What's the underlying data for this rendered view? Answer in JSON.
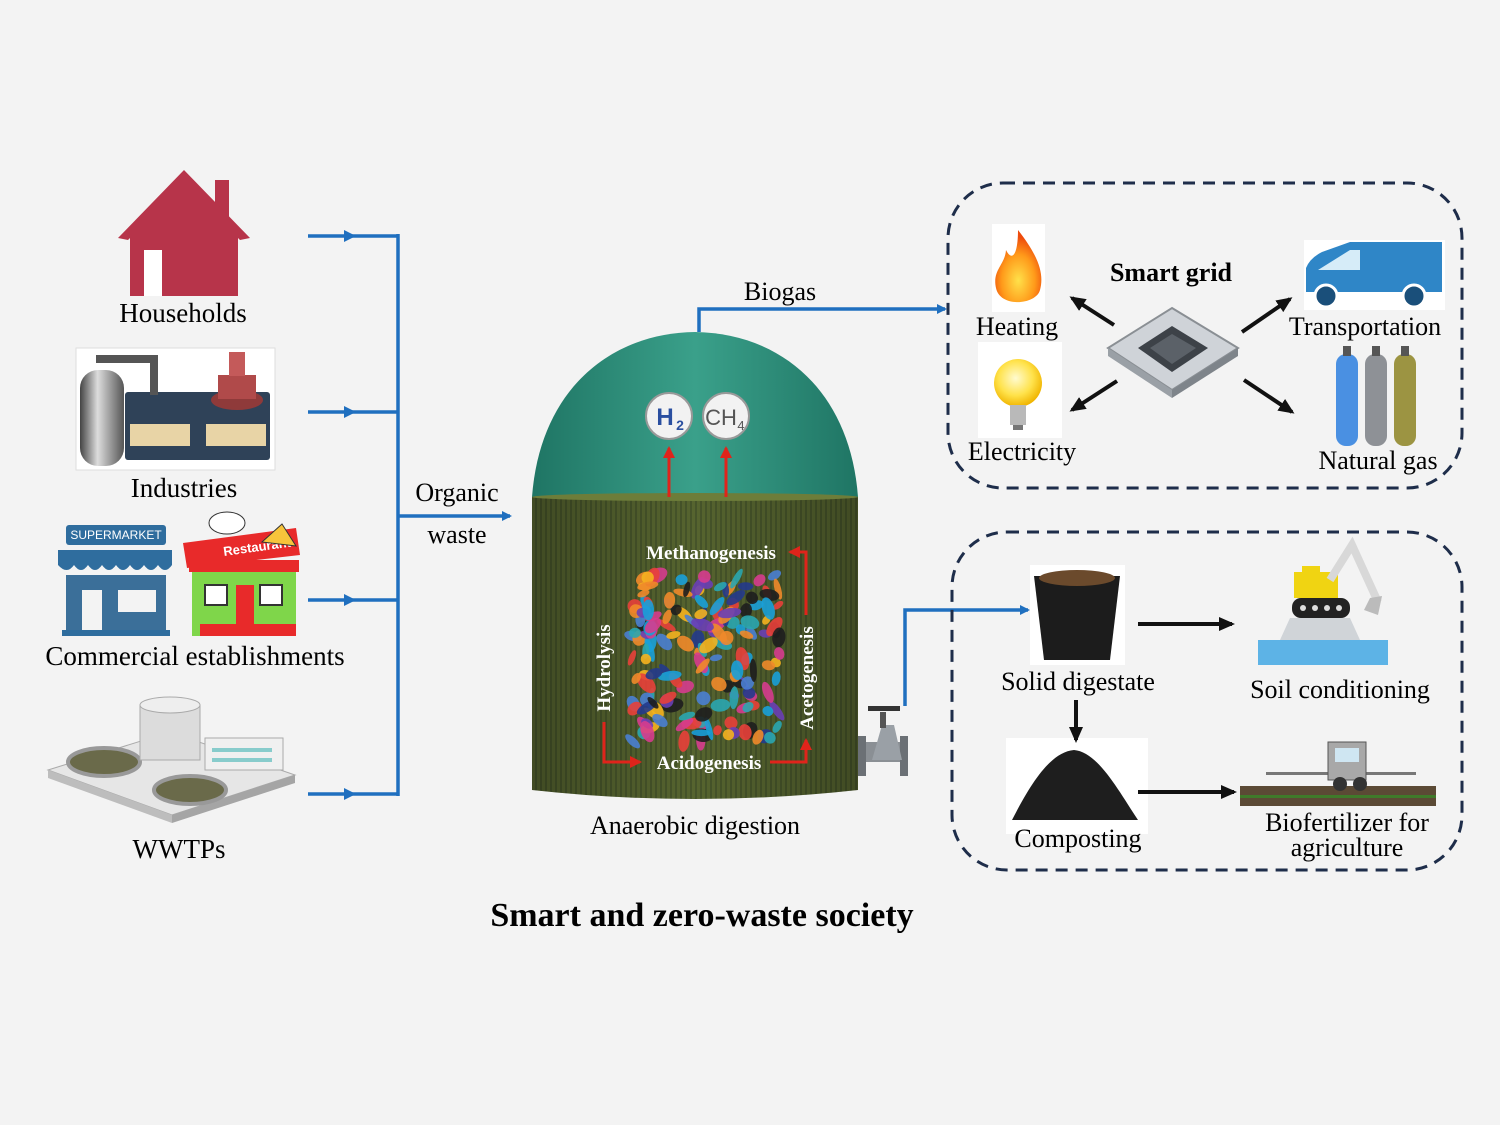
{
  "sources": {
    "households": "Households",
    "industries": "Industries",
    "commercial": "Commercial establishments",
    "wwtps": "WWTPs",
    "supermarket_sign": "SUPERMARKET",
    "restaurant_sign": "Restaurant"
  },
  "flow": {
    "organic_waste_line1": "Organic",
    "organic_waste_line2": "waste",
    "biogas": "Biogas"
  },
  "digester": {
    "label": "Anaerobic digestion",
    "h2": "H",
    "h2_sub": "2",
    "ch4": "CH",
    "ch4_sub": "4",
    "steps": {
      "methanogenesis": "Methanogenesis",
      "hydrolysis": "Hydrolysis",
      "acetogenesis": "Acetogenesis",
      "acidogenesis": "Acidogenesis"
    }
  },
  "smart_grid": {
    "title": "Smart grid",
    "heating": "Heating",
    "electricity": "Electricity",
    "transportation": "Transportation",
    "natural_gas": "Natural gas"
  },
  "digestate": {
    "solid": "Solid digestate",
    "soil": "Soil conditioning",
    "composting": "Composting",
    "biofertilizer_line1": "Biofertilizer for",
    "biofertilizer_line2": "agriculture"
  },
  "footer": {
    "title": "Smart and zero-waste society"
  },
  "colors": {
    "flow_blue": "#1f6fbf",
    "dome_green": "#2a8f7c",
    "tank_olive": "#4e5e2c",
    "step_red": "#e0241b",
    "house_red": "#b7344a"
  }
}
